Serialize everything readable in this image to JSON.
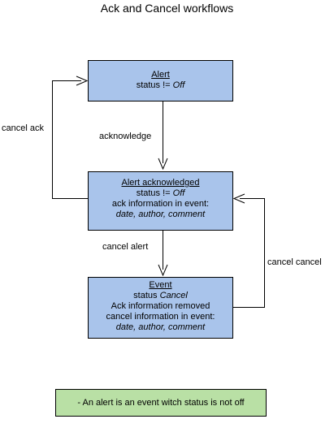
{
  "title": "Ack and Cancel workflows",
  "nodes": {
    "alert": {
      "name": "Alert",
      "line1_prefix": "status != ",
      "line1_value": "Off"
    },
    "acknowledged": {
      "name": "Alert acknowledged",
      "line1_prefix": "status != ",
      "line1_value": "Off",
      "line2": "ack information in event:",
      "line3": "date, author, comment"
    },
    "event": {
      "name": "Event",
      "line1_prefix": "status ",
      "line1_value": "Cancel",
      "line2": "Ack information removed",
      "line3": "cancel information in event:",
      "line4": "date, author, comment"
    }
  },
  "edges": {
    "acknowledge": "acknowledge",
    "cancel_alert": "cancel alert",
    "cancel_ack": "cancel ack",
    "cancel_cancel": "cancel cancel"
  },
  "note": "- An alert is an event witch status is  not off",
  "colors": {
    "state_fill": "#a9c4eb",
    "note_fill": "#b9e0a5",
    "stroke": "#000000"
  }
}
